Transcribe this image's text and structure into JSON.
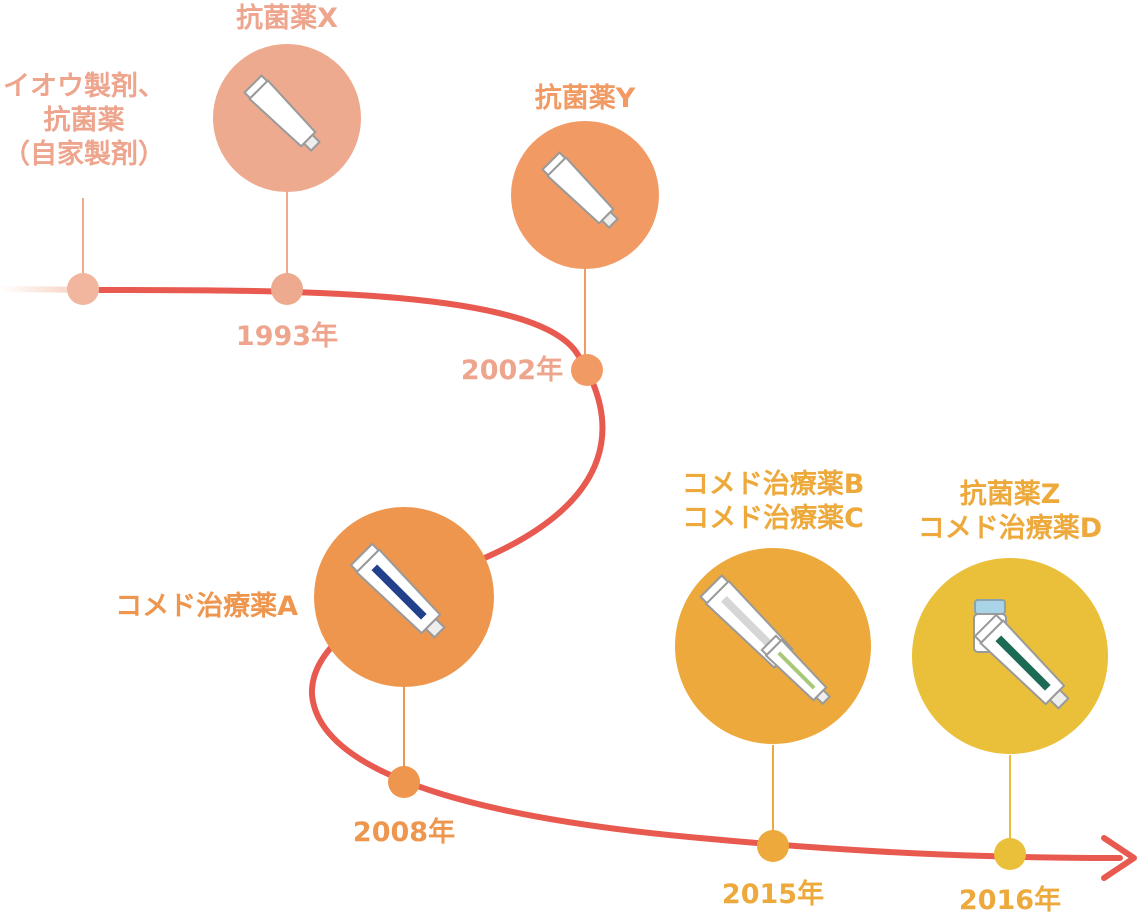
{
  "colors": {
    "c1993": "#EEAA8E",
    "c2002": "#F29A63",
    "c2008": "#EE964D",
    "c2015": "#EDA93B",
    "c2016": "#EAC03A",
    "curve": "#E85A4F",
    "start_fade": "#F4BFA8",
    "text_pink": "#EEA58E",
    "text_orange": "#EE964D",
    "text_amber": "#EDA93B"
  },
  "events": {
    "e0": {
      "label_lines": [
        "イオウ製剤、",
        "抗菌薬",
        "（自家製剤）"
      ]
    },
    "e1993": {
      "year": "1993年",
      "label": "抗菌薬X",
      "icons": [
        "white-tube-icon"
      ]
    },
    "e2002": {
      "year": "2002年",
      "label": "抗菌薬Y",
      "icons": [
        "white-tube-icon"
      ]
    },
    "e2008": {
      "year": "2008年",
      "label": "コメド治療薬A",
      "icons": [
        "blue-stripe-tube-icon"
      ]
    },
    "e2015": {
      "year": "2015年",
      "label_lines": [
        "コメド治療薬B",
        "コメド治療薬C"
      ],
      "icons": [
        "gray-stripe-tube-icon",
        "green-stripe-tube-icon"
      ]
    },
    "e2016": {
      "year": "2016年",
      "label_lines": [
        "抗菌薬Z",
        "コメド治療薬D"
      ],
      "icons": [
        "small-jar-icon",
        "green-stripe-tube-icon"
      ]
    }
  }
}
